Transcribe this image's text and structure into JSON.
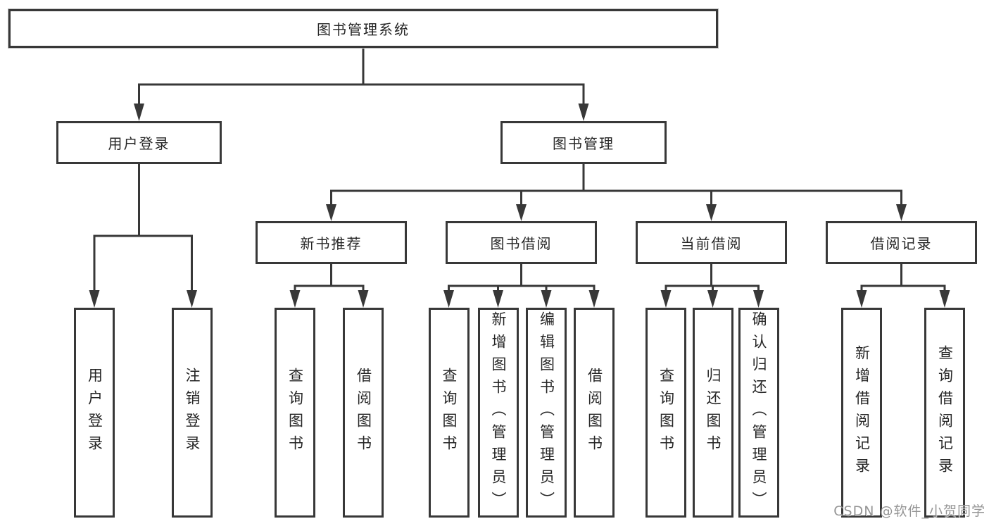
{
  "diagram": {
    "root": {
      "label": "图书管理系统",
      "children": [
        {
          "label": "用户登录",
          "children": [
            {
              "label": "用户登录"
            },
            {
              "label": "注销登录"
            }
          ]
        },
        {
          "label": "图书管理",
          "children": [
            {
              "label": "新书推荐",
              "children": [
                {
                  "label": "查询图书"
                },
                {
                  "label": "借阅图书"
                }
              ]
            },
            {
              "label": "图书借阅",
              "children": [
                {
                  "label": "查询图书"
                },
                {
                  "label": "新增图书（管理员）"
                },
                {
                  "label": "编辑图书（管理员）"
                },
                {
                  "label": "借阅图书"
                }
              ]
            },
            {
              "label": "当前借阅",
              "children": [
                {
                  "label": "查询图书"
                },
                {
                  "label": "归还图书"
                },
                {
                  "label": "确认归还（管理员）"
                }
              ]
            },
            {
              "label": "借阅记录",
              "children": [
                {
                  "label": "新增借阅记录"
                },
                {
                  "label": "查询借阅记录"
                }
              ]
            }
          ]
        }
      ]
    }
  },
  "watermark": {
    "text": "CSDN @软件_小贺同学"
  },
  "colors": {
    "line": "#383838",
    "box_border": "#383838",
    "box_fill": "#ffffff",
    "text": "#262626",
    "watermark": "#898989",
    "background": "#ffffff"
  }
}
